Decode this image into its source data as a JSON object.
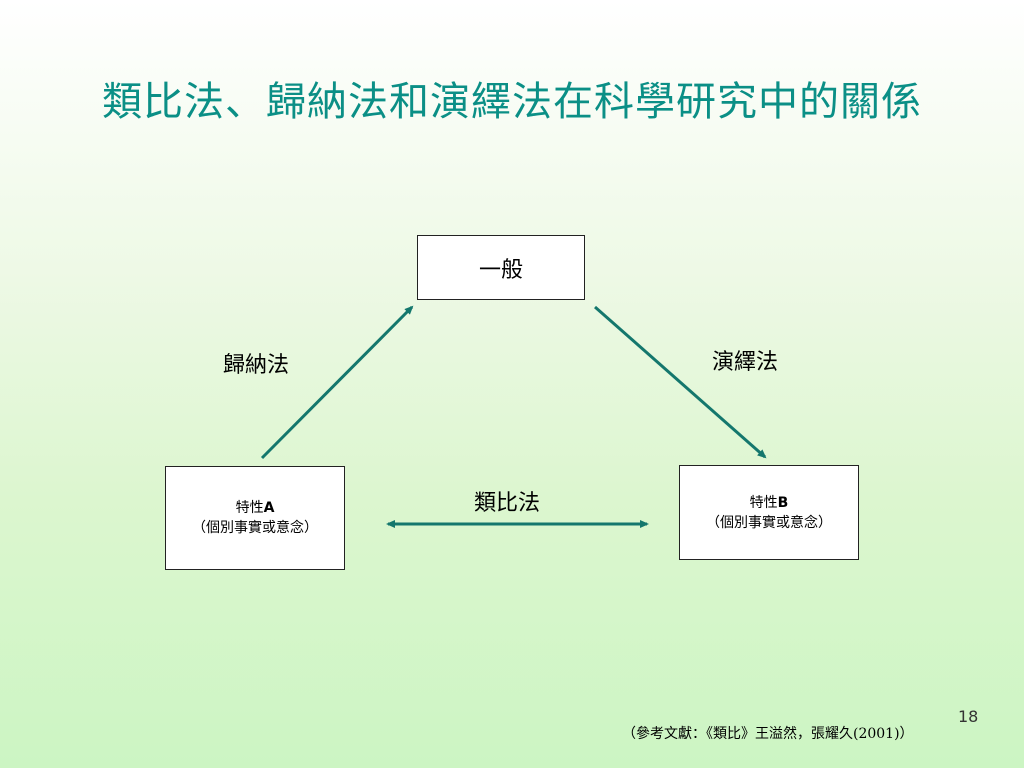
{
  "title": "類比法、歸納法和演繹法在科學研究中的關係",
  "nodes": {
    "general": {
      "label": "一般"
    },
    "trait_a": {
      "name_prefix": "特性",
      "name_letter": "A",
      "detail": "（個別事實或意念）"
    },
    "trait_b": {
      "name_prefix": "特性",
      "name_letter": "B",
      "detail": "（個別事實或意念）"
    }
  },
  "edges": {
    "induction": "歸納法",
    "deduction": "演繹法",
    "analogy": "類比法"
  },
  "colors": {
    "title": "#0b8f86",
    "arrow": "#14776d"
  },
  "page_number": "18",
  "reference": "（參考文獻：《類比》王溢然，張耀久(2001)）"
}
